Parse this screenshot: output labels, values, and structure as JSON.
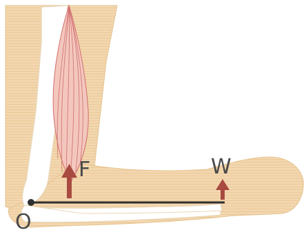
{
  "labels": {
    "force": "F",
    "weight": "W",
    "pivot": "O"
  },
  "colors": {
    "skin": "#f2d7b0",
    "skin_edge": "#e6c38f",
    "bone": "#ffffff",
    "bone_edge": "#e9d7b8",
    "muscle": "#f3c7bd",
    "muscle_line": "#d06e6e",
    "arrow": "#a84a40",
    "lever": "#2f2f2f"
  }
}
